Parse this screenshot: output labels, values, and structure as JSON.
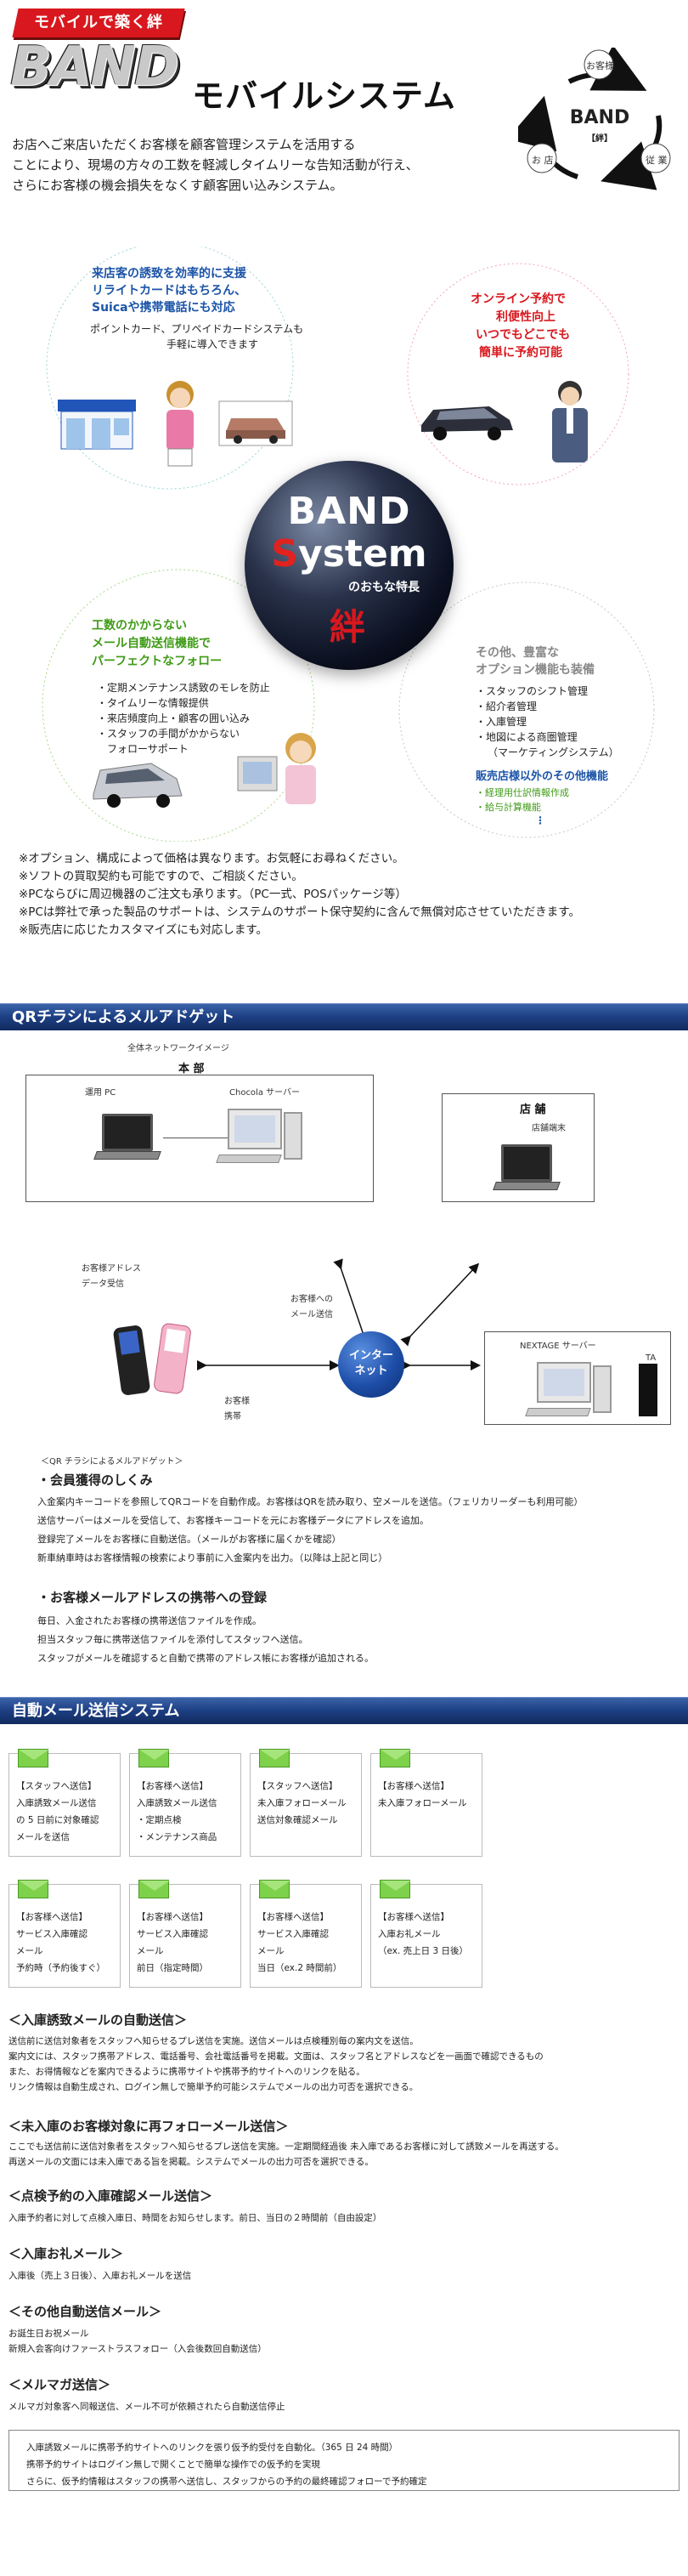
{
  "hero": {
    "tagline": "モバイルで築く絆",
    "brand": "BAND",
    "brand_sub": "モバイルシステム",
    "intro": [
      "お店へご来店いただくお客様を顧客管理システムを活用する",
      "ことにより、現場の方々の工数を軽減しタイムリーな告知活動が行え、",
      "さらにお客様の機会損失をなくす顧客囲い込みシステム。"
    ],
    "cycle": {
      "top": "お客様",
      "left": "お 店",
      "right": "従 業",
      "center": "BAND",
      "center_sub": "【絆】"
    }
  },
  "features": {
    "top_left": {
      "title": [
        "来店客の誘致を効率的に支援",
        "リライトカードはもちろん、",
        "Suicaや携帯電話にも対応"
      ],
      "body": [
        "ポイントカード、プリペイドカードシステムも",
        "手軽に導入できます"
      ]
    },
    "top_right": {
      "title": [
        "オンライン予約で",
        "利便性向上",
        "いつでもどこでも",
        "簡単に予約可能"
      ]
    },
    "center": {
      "line1": "BAND",
      "line2_red": "S",
      "line2_rest": "ystem",
      "line3": "のおもな特長",
      "kanji": "絆"
    },
    "bottom_left": {
      "title": [
        "工数のかからない",
        "メール自動送信機能で",
        "パーフェクトなフォロー"
      ],
      "items": [
        "・定期メンテナンス誘致のモレを防止",
        "・タイムリーな情報提供",
        "・来店頻度向上・顧客の囲い込み",
        "・スタッフの手間がかからない",
        "  フォローサポート"
      ]
    },
    "bottom_right": {
      "title": [
        "その他、豊富な",
        "オプション機能も装備"
      ],
      "items": [
        "・スタッフのシフト管理",
        "・紹介者管理",
        "・入庫管理",
        "・地図による商圏管理",
        "  （マーケティングシステム）"
      ],
      "title2": "販売店様以外のその他機能",
      "items2": [
        "・経理用仕訳情報作成",
        "・給与計算機能"
      ],
      "more": "⋮"
    }
  },
  "notes": [
    "※オプション、構成によって価格は異なります。お気軽にお尋ねください。",
    "※ソフトの買取契約も可能ですので、ご相談ください。",
    "※PCならびに周辺機器のご注文も承ります。（PC一式、POSパッケージ等）",
    "※PCは弊社で承った製品のサポートは、システムのサポート保守契約に含んで無償対応させていただきます。",
    "※販売店に応じたカスタマイズにも対応します。"
  ],
  "qr": {
    "header": "QRチラシによるメルアドゲット",
    "network_title": "全体ネットワークイメージ",
    "hq": "本 部",
    "hq_pc": "運用 PC",
    "hq_server": "Chocola サーバー",
    "store": "店 舗",
    "store_pc": "店舗端末",
    "addr_label": [
      "お客様アドレス",
      "データ受信"
    ],
    "mail_label": [
      "お客様への",
      "メール送信"
    ],
    "internet": [
      "インター",
      "ネット"
    ],
    "customer": [
      "お客様",
      "携帯"
    ],
    "nextage": "NEXTAGE サーバー",
    "ta": "TA",
    "caption": "＜QR チラシによるメルアドゲット＞",
    "member_title": "・会員獲得のしくみ",
    "member_lines": [
      "入金案内キーコードを参照してQRコードを自動作成。お客様はQRを読み取り、空メールを送信。（フェリカリーダーも利用可能）",
      "送信サーバーはメールを受信して、お客様キーコードを元にお客様データにアドレスを追加。",
      "登録完了メールをお客様に自動送信。（メールがお客様に届くかを確認）",
      "新車納車時はお客様情報の検索により事前に入金案内を出力。（以降は上記と同じ）"
    ],
    "register_title": "・お客様メールアドレスの携帯への登録",
    "register_lines": [
      "毎日、入金されたお客様の携帯送信ファイルを作成。",
      "担当スタッフ毎に携帯送信ファイルを添付してスタッフへ送信。",
      "スタッフがメールを確認すると自動で携帯のアドレス帳にお客様が追加される。"
    ]
  },
  "automail": {
    "header": "自動メール送信システム",
    "cards_row1": [
      [
        "【スタッフへ送信】",
        "入庫誘致メール送信",
        "の 5 日前に対象確認",
        "メールを送信"
      ],
      [
        "【お客様へ送信】",
        "入庫誘致メール送信",
        "・定期点検",
        "・メンテナンス商品"
      ],
      [
        "【スタッフへ送信】",
        "未入庫フォローメール",
        "送信対象確認メール"
      ],
      [
        "【お客様へ送信】",
        "未入庫フォローメール"
      ]
    ],
    "cards_row2": [
      [
        "【お客様へ送信】",
        "サービス入庫確認",
        "メール",
        "予約時（予約後すぐ）"
      ],
      [
        "【お客様へ送信】",
        "サービス入庫確認",
        "メール",
        "前日（指定時間）"
      ],
      [
        "【お客様へ送信】",
        "サービス入庫確認",
        "メール",
        "当日（ex.2 時間前）"
      ],
      [
        "【お客様へ送信】",
        "入庫お礼メール",
        "（ex. 売上日 3 日後）"
      ]
    ],
    "sections": [
      {
        "title": "＜入庫誘致メールの自動送信＞",
        "lines": [
          "送信前に送信対象者をスタッフへ知らせるプレ送信を実施。送信メールは点検種別毎の案内文を送信。",
          "案内文には、スタッフ携帯アドレス、電話番号、会社電話番号を掲載。文面は、スタッフ名とアドレスなどを一画面で確認できるもの",
          "また、お得情報などを案内できるように携帯サイトや携帯予約サイトへのリンクを貼る。",
          "リンク情報は自動生成され、ログイン無しで簡単予約可能システムでメールの出力可否を選択できる。"
        ]
      },
      {
        "title": "＜未入庫のお客様対象に再フォローメール送信＞",
        "lines": [
          "ここでも送信前に送信対象者をスタッフへ知らせるプレ送信を実施。一定期間経過後 未入庫であるお客様に対して誘致メールを再送する。",
          "再送メールの文面には未入庫である旨を掲載。システムでメールの出力可否を選択できる。"
        ]
      },
      {
        "title": "＜点検予約の入庫確認メール送信＞",
        "lines": [
          "入庫予約者に対して点検入庫日、時間をお知らせします。前日、当日の２時間前（自由設定）"
        ]
      },
      {
        "title": "＜入庫お礼メール＞",
        "lines": [
          "入庫後（売上３日後）、入庫お礼メールを送信"
        ]
      },
      {
        "title": "＜その他自動送信メール＞",
        "lines": [
          "お誕生日お祝メール",
          "新規入会客向けファーストラスフォロー（入会後数回自動送信）"
        ]
      },
      {
        "title": "＜メルマガ送信＞",
        "lines": [
          "メルマガ対象客へ同報送信、メール不可が依頼されたら自動送信停止"
        ]
      }
    ],
    "box_lines": [
      "入庫誘致メールに携帯予約サイトへのリンクを張り仮予約受付を自動化。（365 日 24 時間）",
      "携帯予約サイトはログイン無しで開くことで簡単な操作での仮予約を実現",
      "さらに、仮予約情報はスタッフの携帯へ送信し、スタッフからの予約の最終確認フォローで予約確定"
    ]
  },
  "colors": {
    "accent_red": "#d8181e",
    "accent_green": "#3f9b16",
    "accent_blue": "#1b54a8",
    "header_blue": "#1c3e82"
  }
}
